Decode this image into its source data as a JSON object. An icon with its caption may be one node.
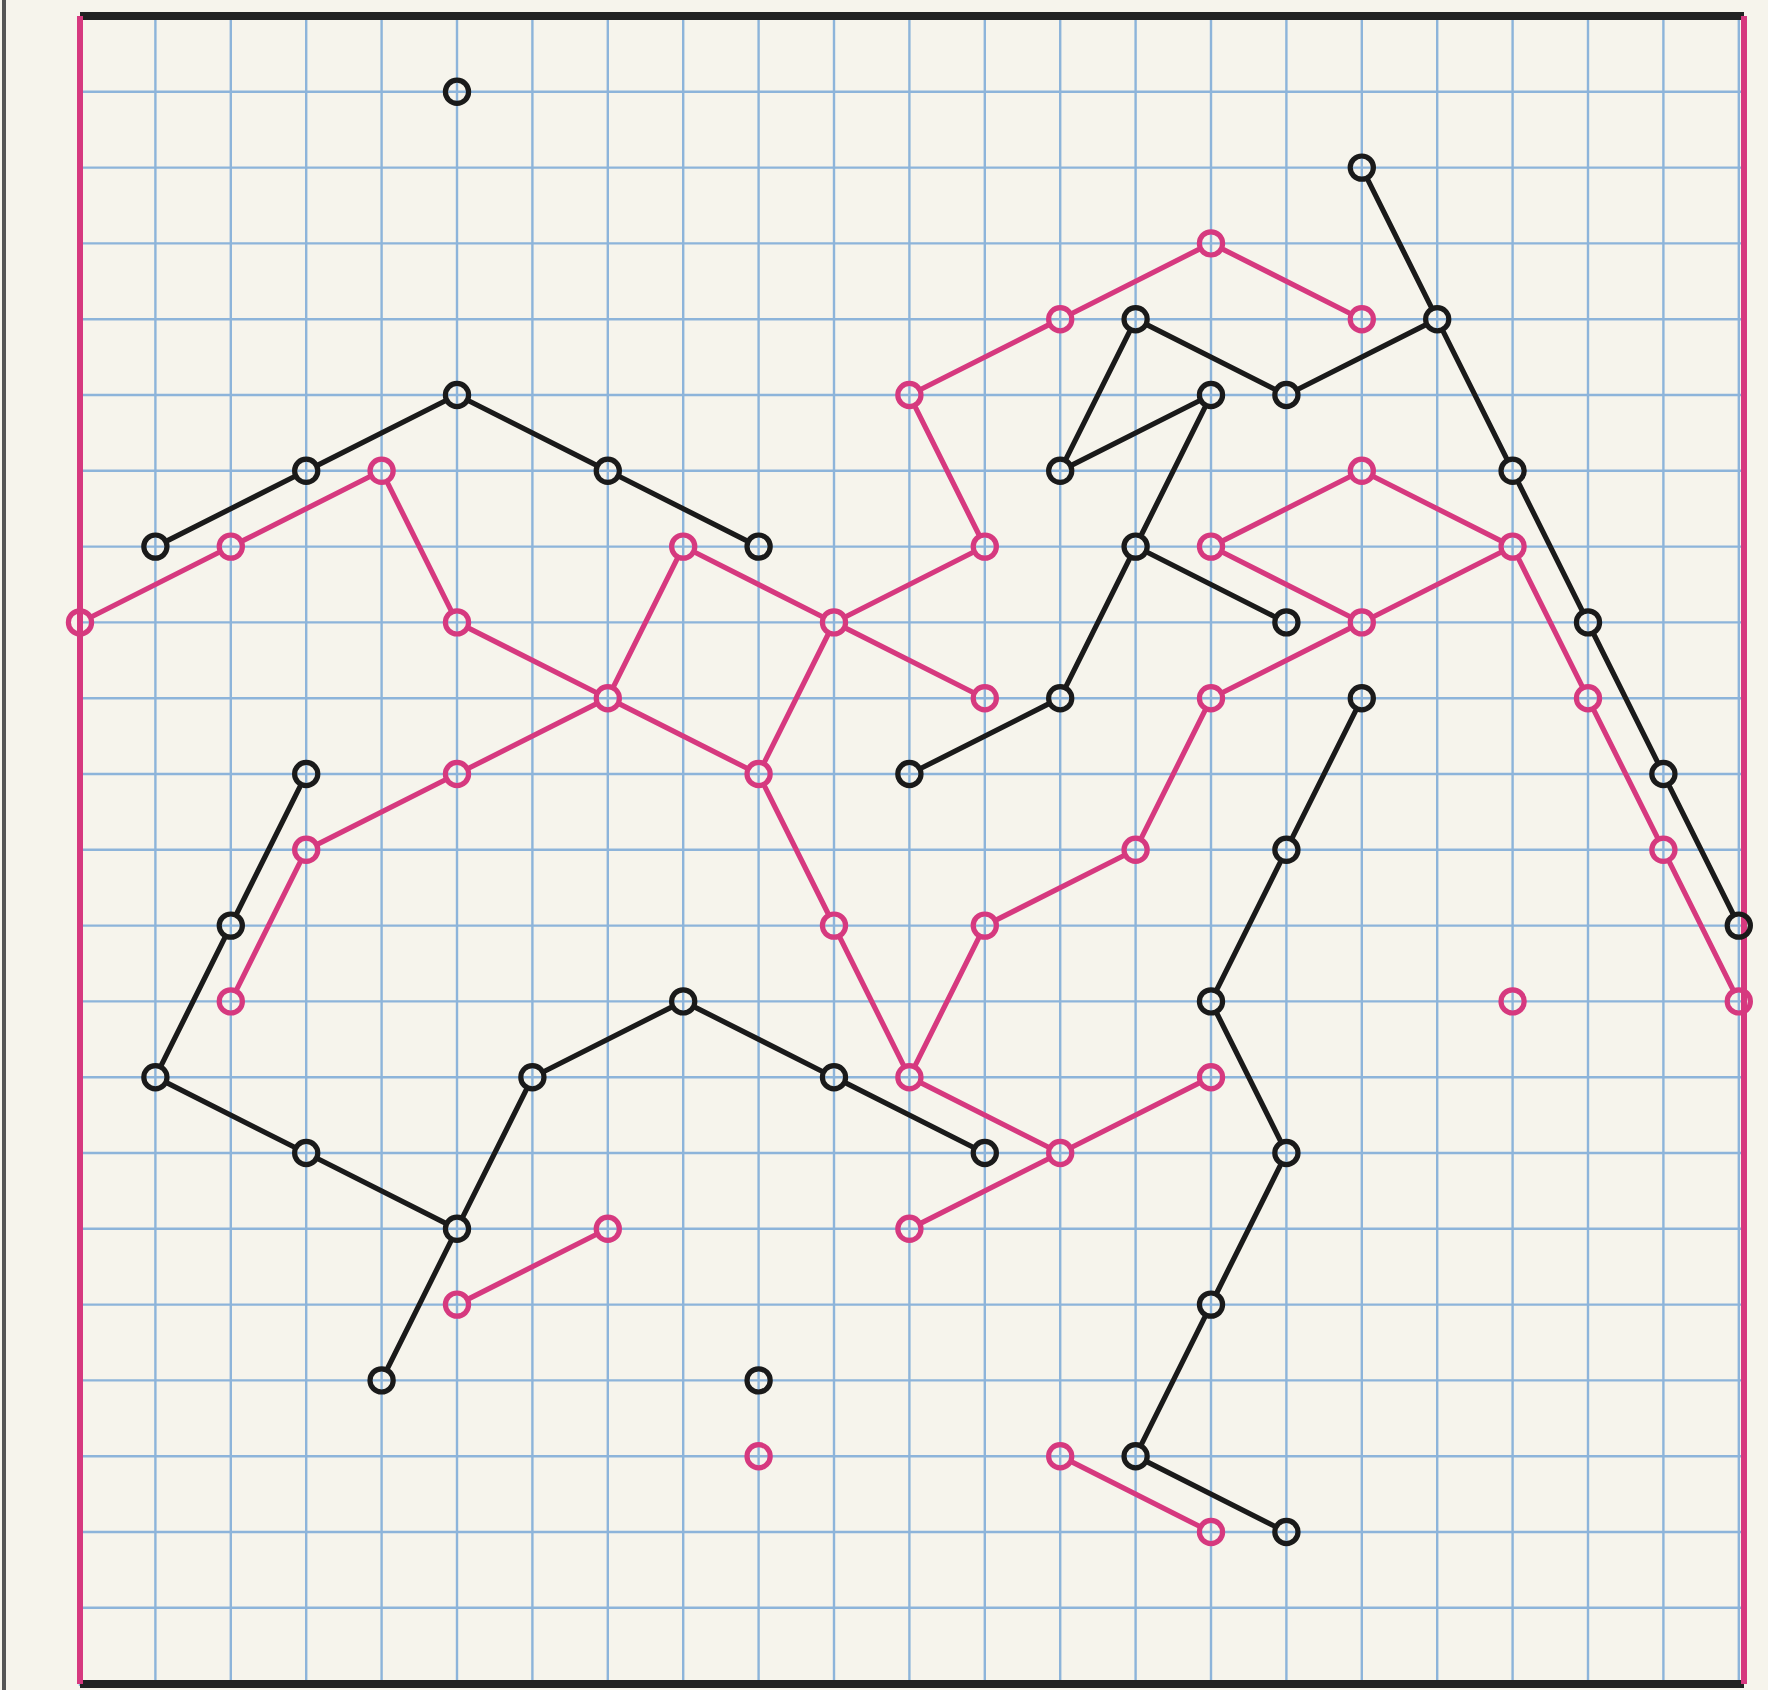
{
  "diagram": {
    "nodes": [
      {
        "text": [],
        "shape": "circle"
      },
      {
        "text": [],
        "shape": "circle"
      },
      {
        "text": [],
        "shape": "circle"
      },
      {
        "text": [],
        "shape": "circle"
      },
      {
        "text": [],
        "shape": "circle"
      },
      {
        "text": [],
        "shape": "circle"
      },
      {
        "text": [],
        "shape": "circle"
      },
      {
        "text": [],
        "shape": "circle"
      },
      {
        "text": [],
        "shape": "circle"
      },
      {
        "text": [],
        "shape": "circle"
      },
      {
        "text": [],
        "shape": "circle"
      },
      {
        "text": [],
        "shape": "circle"
      },
      {
        "text": [],
        "shape": "circle"
      },
      {
        "text": [],
        "shape": "circle"
      },
      {
        "text": [],
        "shape": "circle"
      },
      {
        "text": [],
        "shape": "circle"
      },
      {
        "text": [],
        "shape": "circle"
      },
      {
        "text": [],
        "shape": "circle"
      },
      {
        "text": [],
        "shape": "circle"
      },
      {
        "text": [],
        "shape": "circle"
      },
      {
        "text": [],
        "shape": "circle"
      },
      {
        "text": [],
        "shape": "circle"
      },
      {
        "text": [],
        "shape": "circle"
      },
      {
        "text": [],
        "shape": "circle"
      },
      {
        "text": [],
        "shape": "circle"
      },
      {
        "text": [],
        "shape": "circle"
      },
      {
        "text": [],
        "shape": "circle"
      },
      {
        "text": [],
        "shape": "circle"
      },
      {
        "text": [],
        "shape": "circle"
      },
      {
        "text": [],
        "shape": "circle"
      },
      {
        "text": [],
        "shape": "circle"
      },
      {
        "text": [],
        "shape": "circle"
      },
      {
        "text": [],
        "shape": "circle"
      },
      {
        "text": [],
        "shape": "circle"
      },
      {
        "text": [],
        "shape": "circle"
      },
      {
        "text": [],
        "shape": "circle"
      },
      {
        "text": [],
        "shape": "circle"
      },
      {
        "text": [],
        "shape": "circle"
      },
      {
        "text": [],
        "shape": "circle"
      },
      {
        "text": [],
        "shape": "circle"
      },
      {
        "text": [],
        "shape": "circle"
      },
      {
        "text": [],
        "shape": "circle"
      },
      {
        "text": [],
        "shape": "circle"
      },
      {
        "text": [],
        "shape": "circle"
      },
      {
        "text": [],
        "shape": "circle"
      },
      {
        "text": [],
        "shape": "circle"
      },
      {
        "text": [],
        "shape": "circle"
      },
      {
        "text": [],
        "shape": "circle"
      },
      {
        "text": [],
        "shape": "circle"
      },
      {
        "text": [],
        "shape": "circle"
      },
      {
        "text": [],
        "shape": "circle"
      },
      {
        "text": [],
        "shape": "circle"
      },
      {
        "text": [],
        "shape": "circle"
      },
      {
        "text": [],
        "shape": "circle"
      },
      {
        "text": [],
        "shape": "circle"
      },
      {
        "text": [],
        "shape": "circle"
      },
      {
        "text": [],
        "shape": "circle"
      },
      {
        "text": [],
        "shape": "circle"
      },
      {
        "text": [],
        "shape": "circle"
      },
      {
        "text": [],
        "shape": "circle"
      },
      {
        "text": [],
        "shape": "circle"
      },
      {
        "text": [],
        "shape": "circle"
      },
      {
        "text": [],
        "shape": "circle"
      },
      {
        "text": [],
        "shape": "circle"
      },
      {
        "text": [],
        "shape": "circle"
      },
      {
        "text": [],
        "shape": "circle"
      },
      {
        "text": [],
        "shape": "circle"
      },
      {
        "text": [],
        "shape": "circle"
      },
      {
        "text": [],
        "shape": "circle"
      },
      {
        "text": [],
        "shape": "circle"
      },
      {
        "text": [],
        "shape": "circle"
      },
      {
        "text": [],
        "shape": "circle"
      },
      {
        "text": [],
        "shape": "circle"
      },
      {
        "text": [],
        "shape": "circle"
      },
      {
        "text": [],
        "shape": "circle"
      },
      {
        "text": [],
        "shape": "circle"
      }
    ],
    "edges": [
      {
        "from": 17,
        "to": 11,
        "arrow": "none",
        "color": "#1a1a1a"
      },
      {
        "from": 11,
        "to": 7,
        "arrow": "none",
        "color": "#1a1a1a"
      },
      {
        "from": 7,
        "to": 13,
        "arrow": "none",
        "color": "#1a1a1a"
      },
      {
        "from": 13,
        "to": 20,
        "arrow": "none",
        "color": "#1a1a1a"
      },
      {
        "from": 1,
        "to": 6,
        "arrow": "none",
        "color": "#1a1a1a"
      },
      {
        "from": 6,
        "to": 16,
        "arrow": "none",
        "color": "#1a1a1a"
      },
      {
        "from": 16,
        "to": 30,
        "arrow": "none",
        "color": "#1a1a1a"
      },
      {
        "from": 30,
        "to": 41,
        "arrow": "none",
        "color": "#1a1a1a"
      },
      {
        "from": 41,
        "to": 49,
        "arrow": "none",
        "color": "#1a1a1a"
      },
      {
        "from": 6,
        "to": 10,
        "arrow": "none",
        "color": "#1a1a1a"
      },
      {
        "from": 10,
        "to": 4,
        "arrow": "none",
        "color": "#1a1a1a"
      },
      {
        "from": 4,
        "to": 14,
        "arrow": "none",
        "color": "#1a1a1a"
      },
      {
        "from": 14,
        "to": 9,
        "arrow": "none",
        "color": "#1a1a1a"
      },
      {
        "from": 9,
        "to": 22,
        "arrow": "none",
        "color": "#1a1a1a"
      },
      {
        "from": 22,
        "to": 28,
        "arrow": "none",
        "color": "#1a1a1a"
      },
      {
        "from": 22,
        "to": 33,
        "arrow": "none",
        "color": "#1a1a1a"
      },
      {
        "from": 33,
        "to": 40,
        "arrow": "none",
        "color": "#1a1a1a"
      },
      {
        "from": 35,
        "to": 44,
        "arrow": "none",
        "color": "#1a1a1a"
      },
      {
        "from": 44,
        "to": 52,
        "arrow": "none",
        "color": "#1a1a1a"
      },
      {
        "from": 52,
        "to": 63,
        "arrow": "none",
        "color": "#1a1a1a"
      },
      {
        "from": 63,
        "to": 68,
        "arrow": "none",
        "color": "#1a1a1a"
      },
      {
        "from": 68,
        "to": 73,
        "arrow": "none",
        "color": "#1a1a1a"
      },
      {
        "from": 73,
        "to": 75,
        "arrow": "none",
        "color": "#1a1a1a"
      },
      {
        "from": 37,
        "to": 46,
        "arrow": "none",
        "color": "#1a1a1a"
      },
      {
        "from": 46,
        "to": 55,
        "arrow": "none",
        "color": "#1a1a1a"
      },
      {
        "from": 55,
        "to": 60,
        "arrow": "none",
        "color": "#1a1a1a"
      },
      {
        "from": 60,
        "to": 64,
        "arrow": "none",
        "color": "#1a1a1a"
      },
      {
        "from": 64,
        "to": 69,
        "arrow": "none",
        "color": "#1a1a1a"
      },
      {
        "from": 64,
        "to": 56,
        "arrow": "none",
        "color": "#1a1a1a"
      },
      {
        "from": 56,
        "to": 51,
        "arrow": "none",
        "color": "#1a1a1a"
      },
      {
        "from": 51,
        "to": 57,
        "arrow": "none",
        "color": "#1a1a1a"
      },
      {
        "from": 57,
        "to": 61,
        "arrow": "none",
        "color": "#1a1a1a"
      },
      {
        "from": 25,
        "to": 18,
        "arrow": "none"
      },
      {
        "from": 18,
        "to": 12,
        "arrow": "none"
      },
      {
        "from": 12,
        "to": 26,
        "arrow": "none"
      },
      {
        "from": 26,
        "to": 31,
        "arrow": "none"
      },
      {
        "from": 31,
        "to": 39,
        "arrow": "none"
      },
      {
        "from": 39,
        "to": 47,
        "arrow": "none"
      },
      {
        "from": 47,
        "to": 58,
        "arrow": "none"
      },
      {
        "from": 58,
        "to": 48,
        "arrow": "none"
      },
      {
        "from": 48,
        "to": 43,
        "arrow": "none"
      },
      {
        "from": 43,
        "to": 34,
        "arrow": "none"
      },
      {
        "from": 34,
        "to": 29,
        "arrow": "none"
      },
      {
        "from": 29,
        "to": 24,
        "arrow": "none"
      },
      {
        "from": 29,
        "to": 23,
        "arrow": "none"
      },
      {
        "from": 23,
        "to": 15,
        "arrow": "none"
      },
      {
        "from": 15,
        "to": 24,
        "arrow": "none"
      },
      {
        "from": 24,
        "to": 36,
        "arrow": "none"
      },
      {
        "from": 36,
        "to": 45,
        "arrow": "none"
      },
      {
        "from": 45,
        "to": 54,
        "arrow": "none"
      },
      {
        "from": 31,
        "to": 19,
        "arrow": "none"
      },
      {
        "from": 19,
        "to": 27,
        "arrow": "none"
      },
      {
        "from": 27,
        "to": 32,
        "arrow": "none"
      },
      {
        "from": 27,
        "to": 21,
        "arrow": "none"
      },
      {
        "from": 27,
        "to": 39,
        "arrow": "none"
      },
      {
        "from": 31,
        "to": 38,
        "arrow": "none"
      },
      {
        "from": 38,
        "to": 42,
        "arrow": "none"
      },
      {
        "from": 42,
        "to": 50,
        "arrow": "none"
      },
      {
        "from": 21,
        "to": 8,
        "arrow": "none"
      },
      {
        "from": 8,
        "to": 3,
        "arrow": "none"
      },
      {
        "from": 3,
        "to": 2,
        "arrow": "none"
      },
      {
        "from": 2,
        "to": 5,
        "arrow": "none"
      },
      {
        "from": 58,
        "to": 62,
        "arrow": "none"
      },
      {
        "from": 62,
        "to": 59,
        "arrow": "none"
      },
      {
        "from": 62,
        "to": 66,
        "arrow": "none"
      },
      {
        "from": 72,
        "to": 74,
        "arrow": "none"
      },
      {
        "from": 65,
        "to": 67,
        "arrow": "none"
      }
    ]
  }
}
